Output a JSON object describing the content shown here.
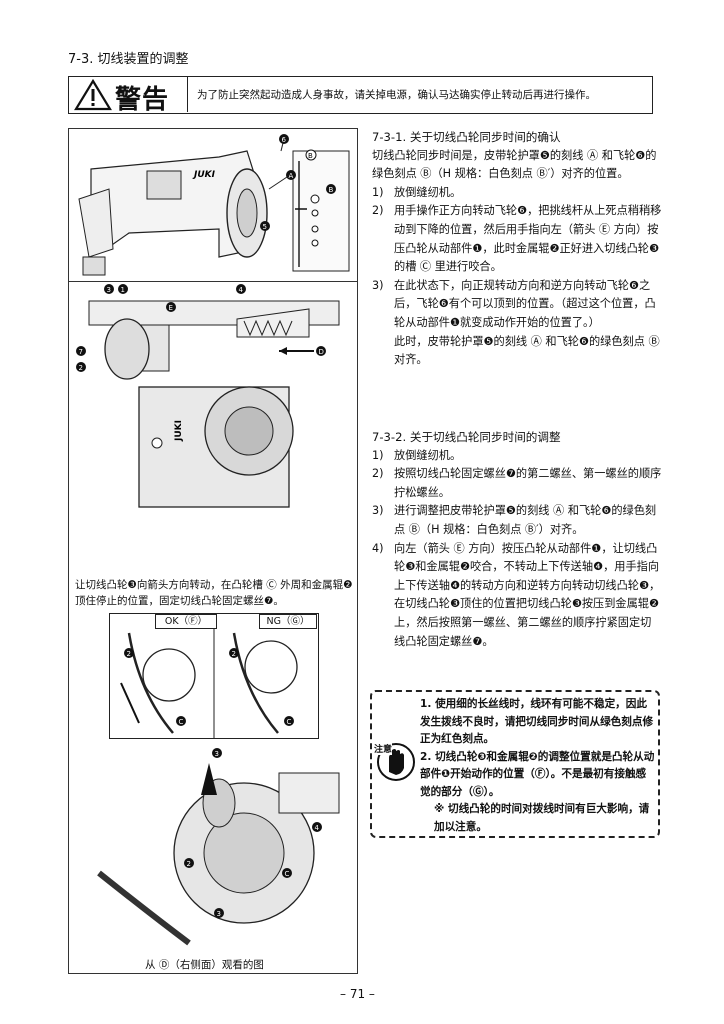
{
  "section_title": "7-3. 切线装置的调整",
  "warning": {
    "label": "警告",
    "text": "为了防止突然起动造成人身事故，请关掉电源，确认马达确实停止转动后再进行操作。"
  },
  "figures": {
    "top_brand": "JUKI",
    "callout_caption": "让切线凸轮❸向箭头方向转动，在凸轮槽 Ⓒ 外周和金属辊❷顶住停止的位置，固定切线凸轮固定螺丝❼。",
    "ok_label": "OK（Ⓕ）",
    "ng_label": "NG（Ⓖ）",
    "bottom_caption": "从 Ⓓ（右侧面）观看的图"
  },
  "section1": {
    "heading": "7-3-1. 关于切线凸轮同步时间的确认",
    "intro": "切线凸轮同步时间是，皮带轮护罩❺的刻线 Ⓐ 和飞轮❻的绿色刻点 Ⓑ（H 规格：白色刻点 Ⓑ′）对齐的位置。",
    "items": [
      {
        "n": "1)",
        "text": "放倒缝纫机。"
      },
      {
        "n": "2)",
        "text": "用手操作正方向转动飞轮❻，把挑线杆从上死点稍稍移动到下降的位置，然后用手指向左（箭头 Ⓔ 方向）按压凸轮从动部件❶，此时金属辊❷正好进入切线凸轮❸的槽 Ⓒ 里进行咬合。"
      },
      {
        "n": "3)",
        "text": "在此状态下，向正规转动方向和逆方向转动飞轮❻之后，飞轮❻有个可以顶到的位置。（超过这个位置，凸轮从动部件❶就变成动作开始的位置了。）"
      }
    ],
    "after": "此时，皮带轮护罩❺的刻线 Ⓐ 和飞轮❻的绿色刻点 Ⓑ 对齐。"
  },
  "section2": {
    "heading": "7-3-2. 关于切线凸轮同步时间的调整",
    "items": [
      {
        "n": "1)",
        "text": "放倒缝纫机。"
      },
      {
        "n": "2)",
        "text": "按照切线凸轮固定螺丝❼的第二螺丝、第一螺丝的顺序拧松螺丝。"
      },
      {
        "n": "3)",
        "text": "进行调整把皮带轮护罩❺的刻线 Ⓐ 和飞轮❻的绿色刻点 Ⓑ（H 规格：白色刻点 Ⓑ′）对齐。"
      },
      {
        "n": "4)",
        "text": "向左（箭头 Ⓔ 方向）按压凸轮从动部件❶，让切线凸轮❸和金属辊❷咬合，不转动上下传送轴❹，用手指向上下传送轴❹的转动方向和逆转方向转动切线凸轮❸，在切线凸轮❸顶住的位置把切线凸轮❸按压到金属辊❷上，然后按照第一螺丝、第二螺丝的顺序拧紧固定切线凸轮固定螺丝❼。"
      }
    ]
  },
  "note": {
    "icon_label": "注意",
    "items": [
      "1. 使用细的长丝线时，线环有可能不稳定，因此发生拨线不良时，请把切线同步时间从绿色刻点修正为红色刻点。",
      "2. 切线凸轮❸和金属辊❷的调整位置就是凸轮从动部件❶开始动作的位置（Ⓕ）。不是最初有接触感觉的部分（Ⓖ）。",
      "※ 切线凸轮的时间对拨线时间有巨大影响，请加以注意。"
    ]
  },
  "page_number": "– 71 –"
}
